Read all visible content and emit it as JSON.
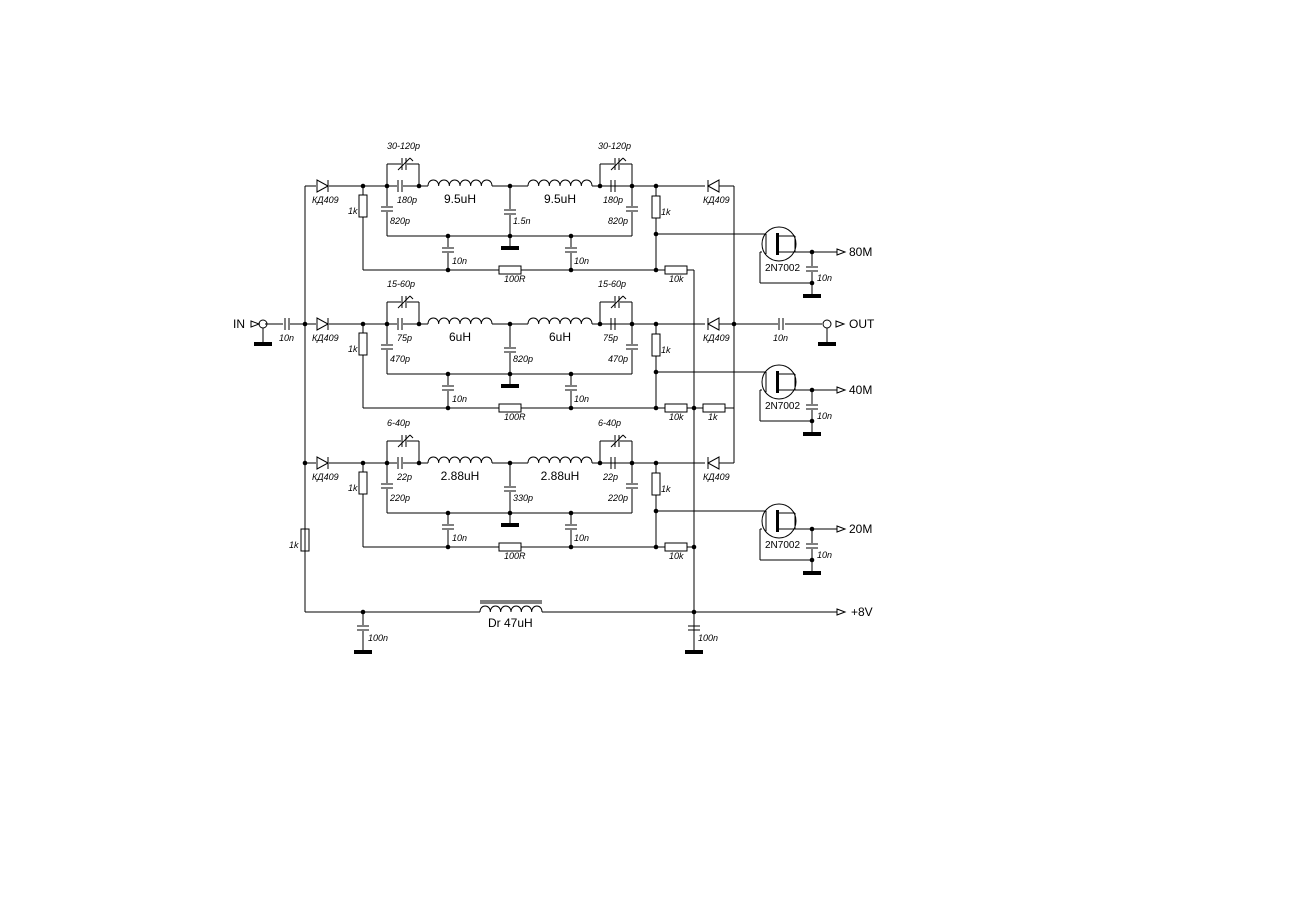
{
  "ports": {
    "input": "IN",
    "output": "OUT",
    "band_80": "80M",
    "band_40": "40M",
    "band_20": "20M",
    "supply": "+8V"
  },
  "input_cap": "10n",
  "output_cap": "10n",
  "diode": "КД409",
  "bias_resistor": "1k",
  "resistor_1k": "1k",
  "choke": "Dr 47uH",
  "supply_caps": [
    "100n",
    "100n"
  ],
  "transistor": "2N7002",
  "bands": [
    {
      "trimmer": "30-120p",
      "cap_parallel": "180p",
      "cap_bottom": "820p",
      "inductor": "9.5uH",
      "cap_center": "1.5n",
      "decoupling": "10n",
      "series_res": "100R",
      "gate_res": "10k",
      "side_res": "1k",
      "fet_cap": "10n"
    },
    {
      "trimmer": "15-60p",
      "cap_parallel": "75p",
      "cap_bottom": "470p",
      "inductor": "6uH",
      "cap_center": "820p",
      "decoupling": "10n",
      "series_res": "100R",
      "gate_res": "10k",
      "side_res": "1k",
      "fet_cap": "10n"
    },
    {
      "trimmer": "6-40p",
      "cap_parallel": "22p",
      "cap_bottom": "220p",
      "inductor": "2.88uH",
      "cap_center": "330p",
      "decoupling": "10n",
      "series_res": "100R",
      "gate_res": "10k",
      "side_res": "1k",
      "fet_cap": "10n"
    }
  ]
}
